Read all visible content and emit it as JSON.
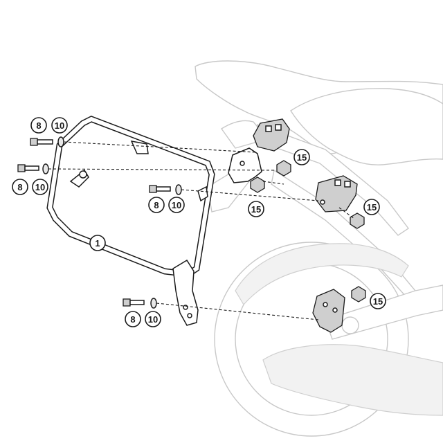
{
  "diagram": {
    "callouts": {
      "frame": "1",
      "bolt": "8",
      "washer": "10",
      "nut": "15"
    },
    "colors": {
      "line": "#1a1a1a",
      "motorcycle": "#c8c8c8",
      "part_fill": "#cfcfcf",
      "background": "#ffffff"
    }
  }
}
